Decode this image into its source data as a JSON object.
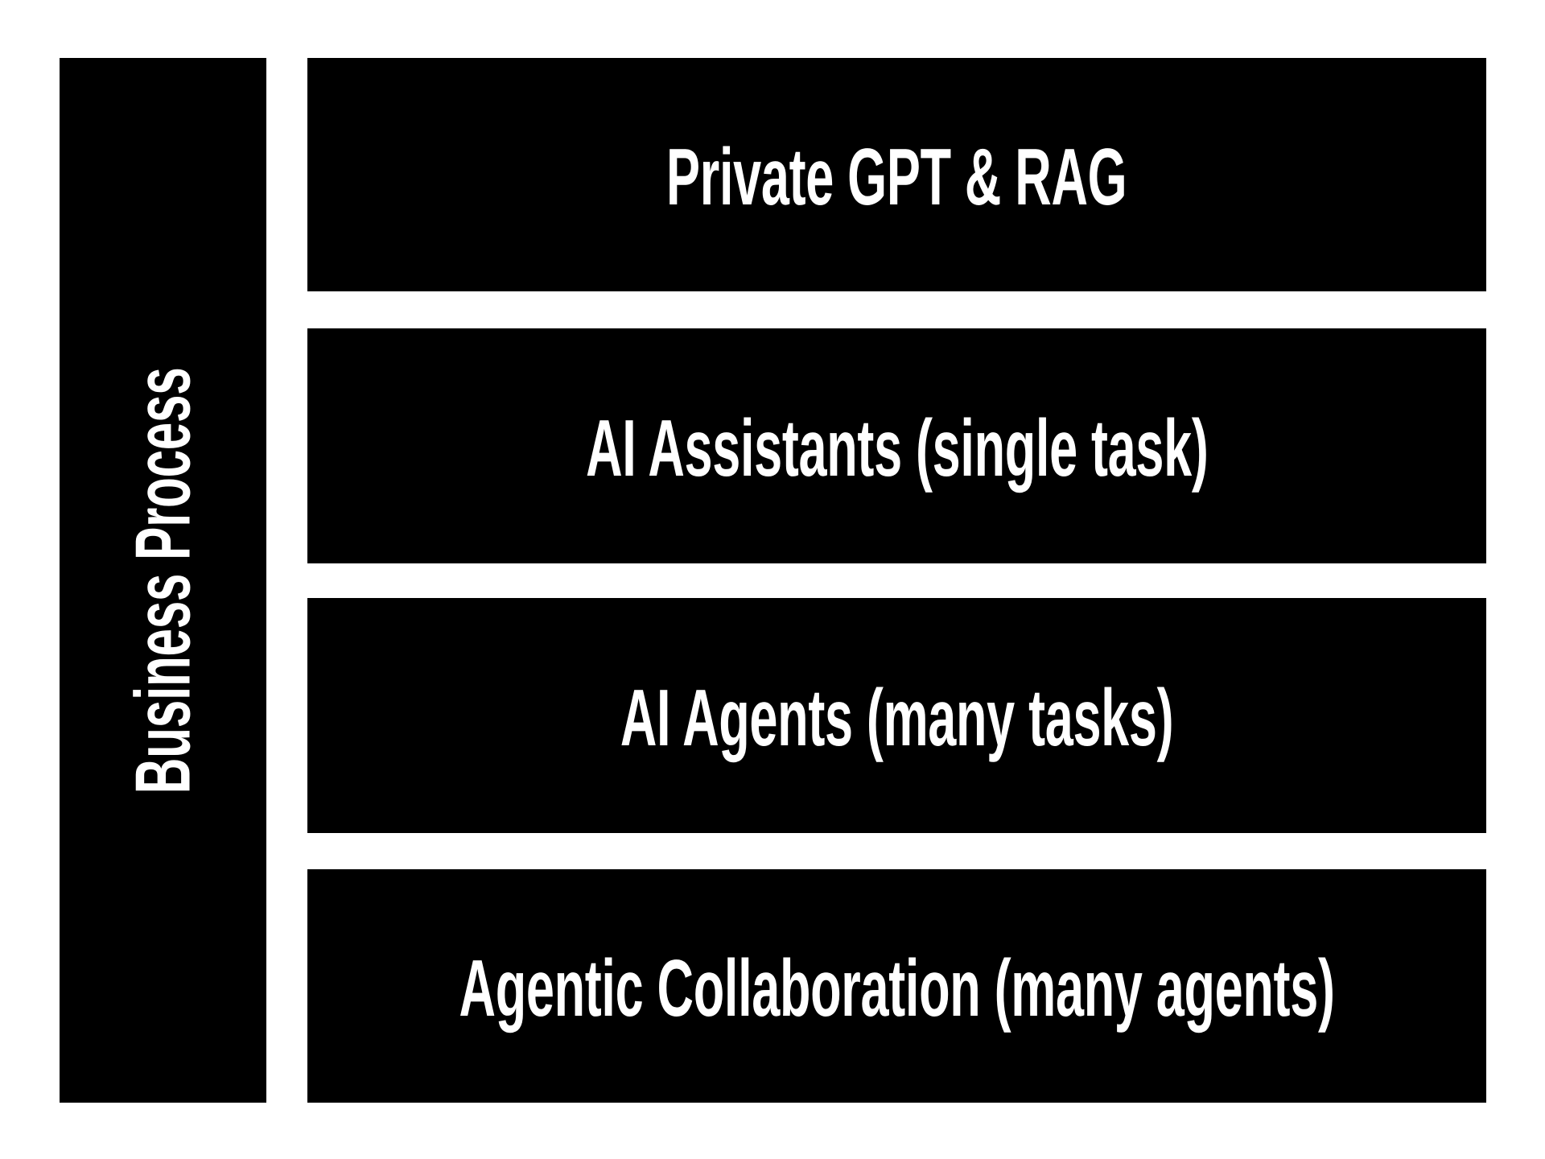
{
  "page": {
    "background_color": "#ffffff",
    "bar_color": "#000000",
    "text_color": "#ffffff"
  },
  "axis": {
    "name": "business-process-axis",
    "label": "Business Process",
    "orientation": "vertical-bottom-to-top"
  },
  "maturity_levels": [
    {
      "label": "Private GPT & RAG"
    },
    {
      "label": "AI Assistants (single task)"
    },
    {
      "label": "AI Agents (many tasks)"
    },
    {
      "label": "Agentic Collaboration (many agents)"
    }
  ]
}
